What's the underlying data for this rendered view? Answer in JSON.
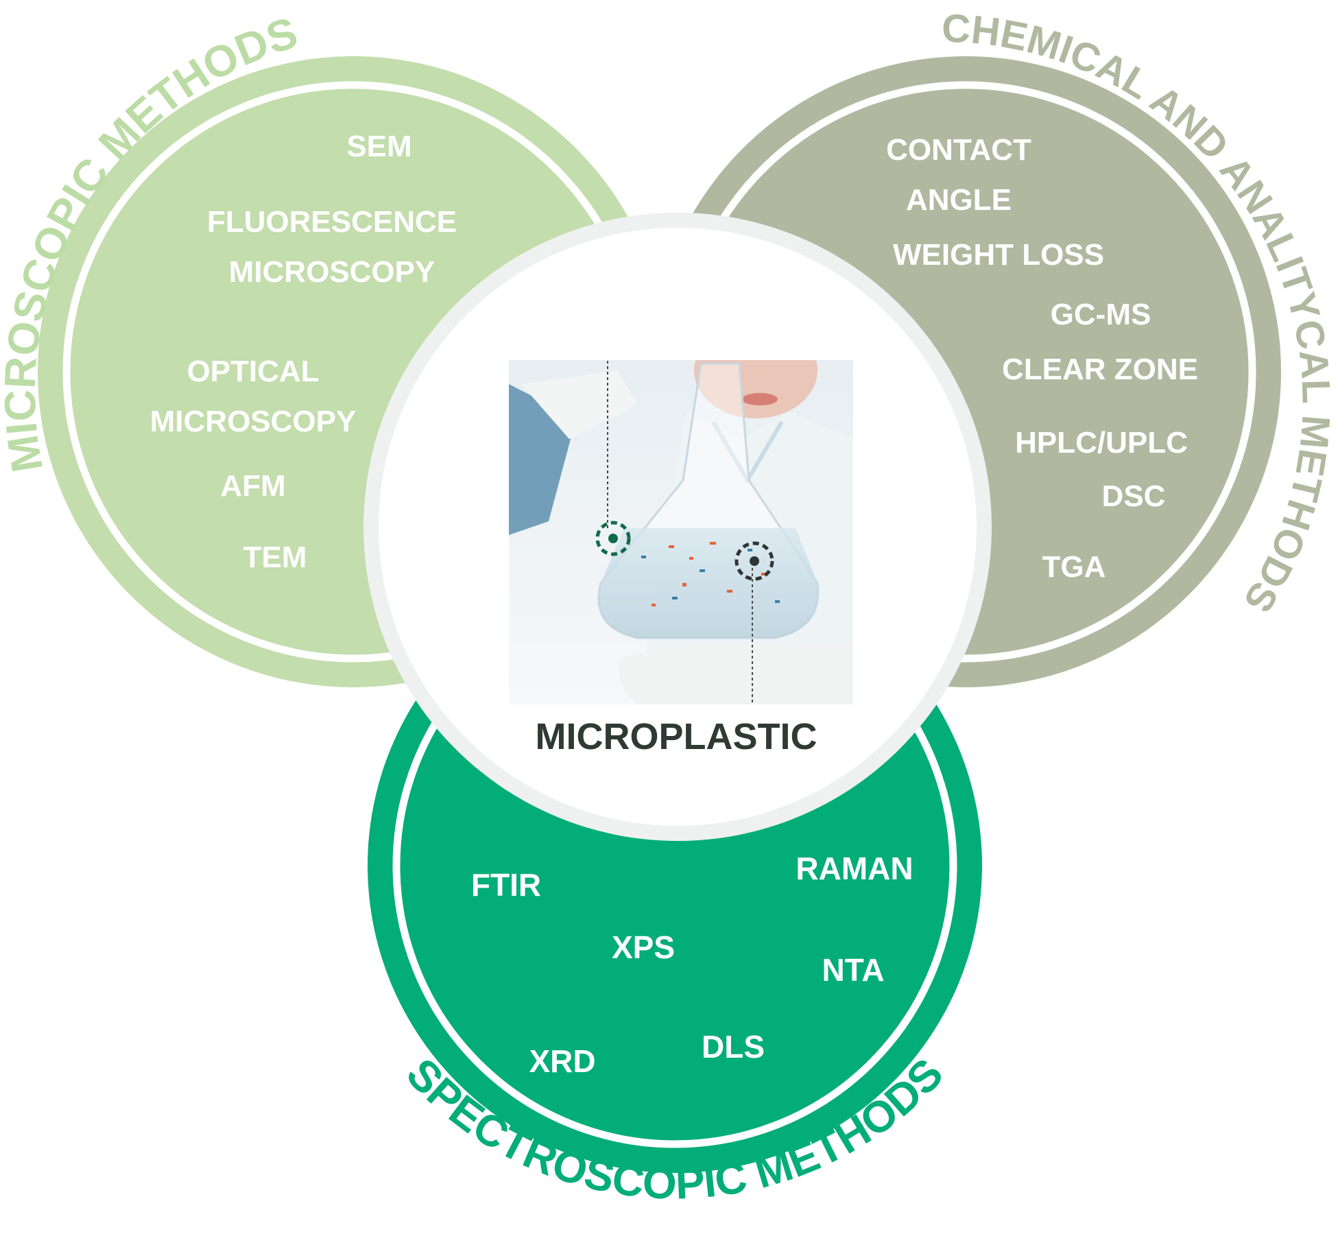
{
  "colors": {
    "microscopic": "#c3ddad",
    "microscopic_arc_text": "#bcdca6",
    "chemical": "#b2b8a0",
    "chemical_arc_text": "#b2b8a0",
    "spectroscopic": "#02ad77",
    "spectroscopic_arc_text": "#02ad77",
    "center_ring": "#eef1f0",
    "center_label": "#2e3a33"
  },
  "microscopic": {
    "title": "MICROSCOPIC METHODS",
    "items": [
      "SEM",
      "FLUORESCENCE",
      "MICROSCOPY",
      "OPTICAL",
      "MICROSCOPY",
      "AFM",
      "TEM"
    ]
  },
  "chemical": {
    "title": "CHEMICAL AND ANALITYCAL METHODS",
    "items": [
      "CONTACT",
      "ANGLE",
      "WEIGHT LOSS",
      "GC-MS",
      "CLEAR ZONE",
      "HPLC/UPLC",
      "DSC",
      "TGA"
    ]
  },
  "spectroscopic": {
    "title": "SPECTROSCOPIC METHODS",
    "items": [
      "FTIR",
      "RAMAN",
      "XPS",
      "NTA",
      "XRD",
      "DLS"
    ]
  },
  "center": {
    "label": "MICROPLASTIC",
    "photo_icon": "lab-flask-with-microplastics-photo"
  }
}
